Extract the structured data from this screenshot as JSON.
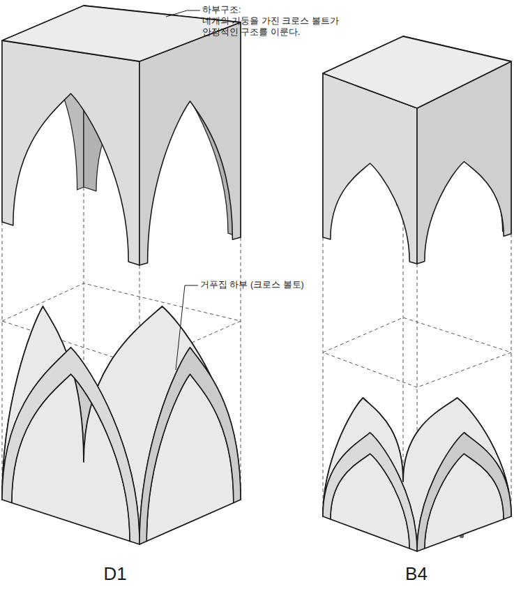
{
  "diagram": {
    "labels": [
      "하부구조:",
      "네개의 기둥을 가진 크로스 볼트가 안정적인 구조를 이룬다.",
      "거푸집 하부 (크로스 볼토)",
      "D1",
      "B4"
    ]
  }
}
